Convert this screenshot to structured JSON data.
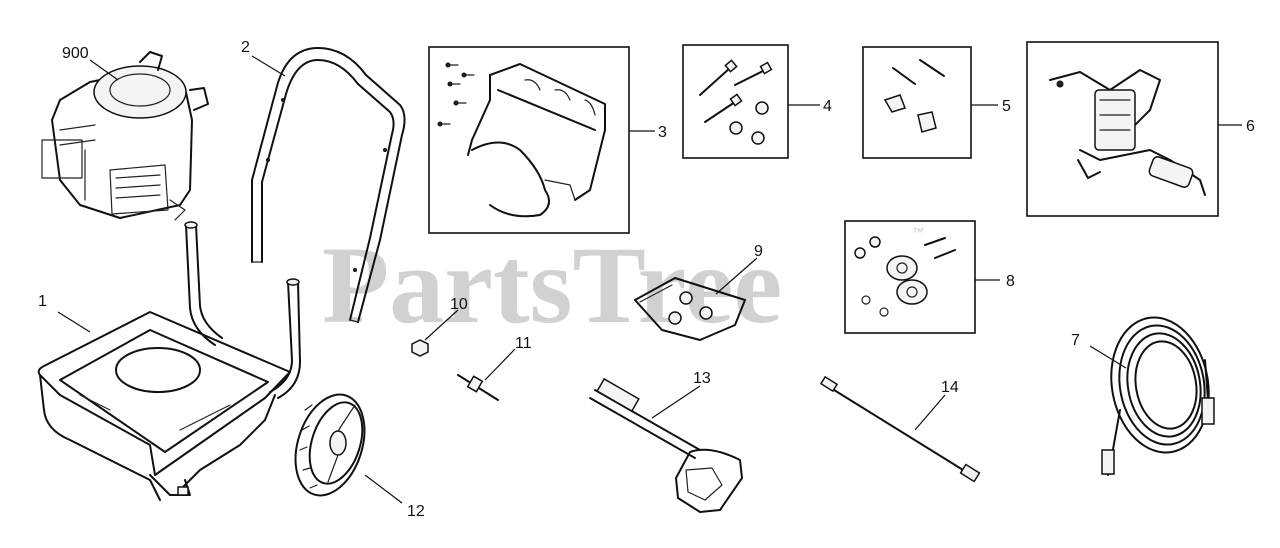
{
  "watermark": {
    "text": "PartsTree",
    "trademark": "™"
  },
  "parts": [
    {
      "id": "p1",
      "label": "1"
    },
    {
      "id": "p2",
      "label": "2"
    },
    {
      "id": "p3",
      "label": "3"
    },
    {
      "id": "p4",
      "label": "4"
    },
    {
      "id": "p5",
      "label": "5"
    },
    {
      "id": "p6",
      "label": "6"
    },
    {
      "id": "p7",
      "label": "7"
    },
    {
      "id": "p8",
      "label": "8"
    },
    {
      "id": "p9",
      "label": "9"
    },
    {
      "id": "p10",
      "label": "10"
    },
    {
      "id": "p11",
      "label": "11"
    },
    {
      "id": "p12",
      "label": "12"
    },
    {
      "id": "p13",
      "label": "13"
    },
    {
      "id": "p14",
      "label": "14"
    },
    {
      "id": "p900",
      "label": "900"
    }
  ]
}
